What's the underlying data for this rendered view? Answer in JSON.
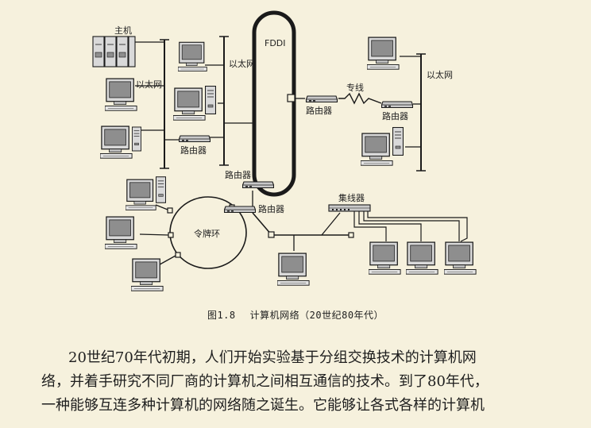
{
  "diagram": {
    "labels": {
      "host": "主机",
      "ethernet_top": "以太网",
      "ethernet_left": "以太网",
      "ethernet_right": "以太网",
      "fddi": "FDDI",
      "leased_line": "专线",
      "router_fddi_right": "路由器",
      "router_right_lan": "路由器",
      "router_left_lan": "路由器",
      "router_fddi_bottom": "路由器",
      "router_token": "路由器",
      "hub": "集线器",
      "token_ring": "令牌环"
    },
    "colors": {
      "line": "#1a1a1a",
      "device_fill": "#d9d9d9",
      "screen_fill": "#8e8e8e",
      "background": "#f6f1dd"
    }
  },
  "caption": {
    "number": "图1.8",
    "text": "计算机网络（20世纪80年代）"
  },
  "paragraph": {
    "lines": [
      "20世纪70年代初期，人们开始实验基于分组交换技术的计算机网",
      "络，并着手研究不同厂商的计算机之间相互通信的技术。到了80年代，",
      "一种能够互连多种计算机的网络随之诞生。它能够让各式各样的计算机"
    ]
  }
}
